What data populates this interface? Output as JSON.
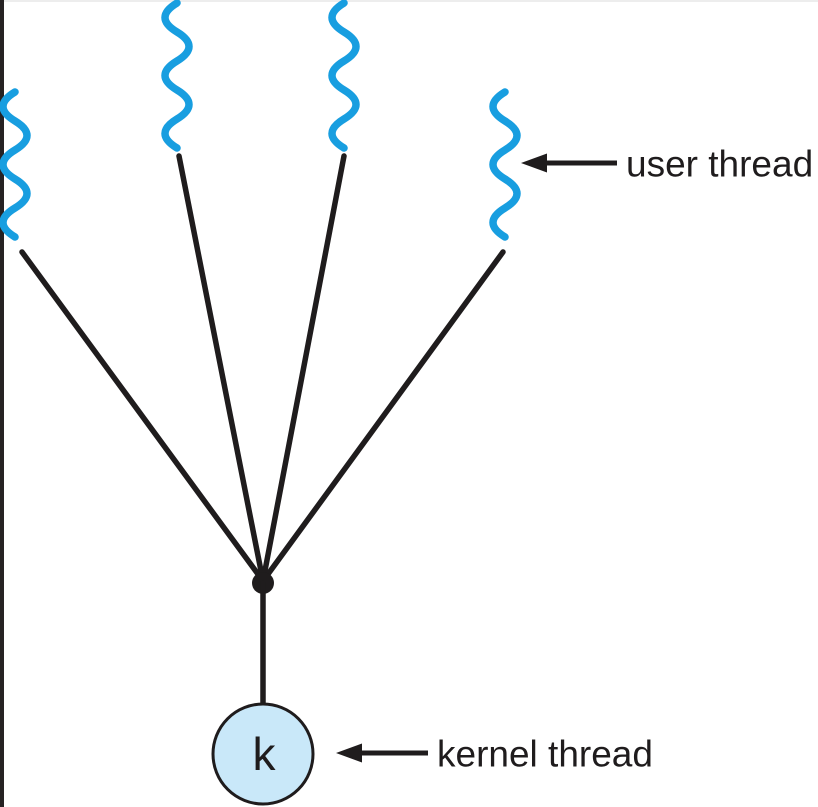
{
  "labels": {
    "user_thread": "user thread",
    "kernel_thread": "kernel thread",
    "kernel_node": "k"
  },
  "diagram": {
    "user_thread_count": 4,
    "kernel_thread_count": 1,
    "model": "many user threads converge through one junction point to a single kernel thread"
  },
  "icons": {
    "user_thread": "wavy-line-icon",
    "pointer": "left-arrow-icon",
    "junction": "filled-dot-icon"
  },
  "colors": {
    "thread_blue": "#189ee0",
    "line_black": "#1f1c1d",
    "kernel_fill": "#c9e8f9",
    "left_border": "#262223",
    "top_border": "#ededed",
    "bg": "#ffffff"
  }
}
